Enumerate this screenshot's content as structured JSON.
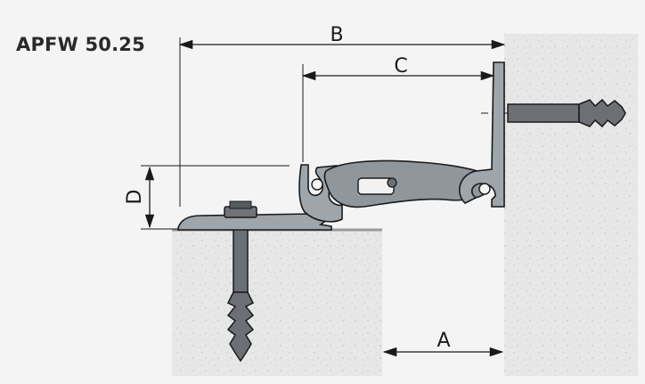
{
  "product_title": "APFW 50.25",
  "dimensions": {
    "a": "A",
    "b": "B",
    "c": "C",
    "d": "D"
  },
  "colors": {
    "background": "#f4f4f4",
    "concrete": "#e6e6e6",
    "profile": "#9ea5ab",
    "anchor": "#6c7074",
    "outline": "#1a1a1a"
  }
}
